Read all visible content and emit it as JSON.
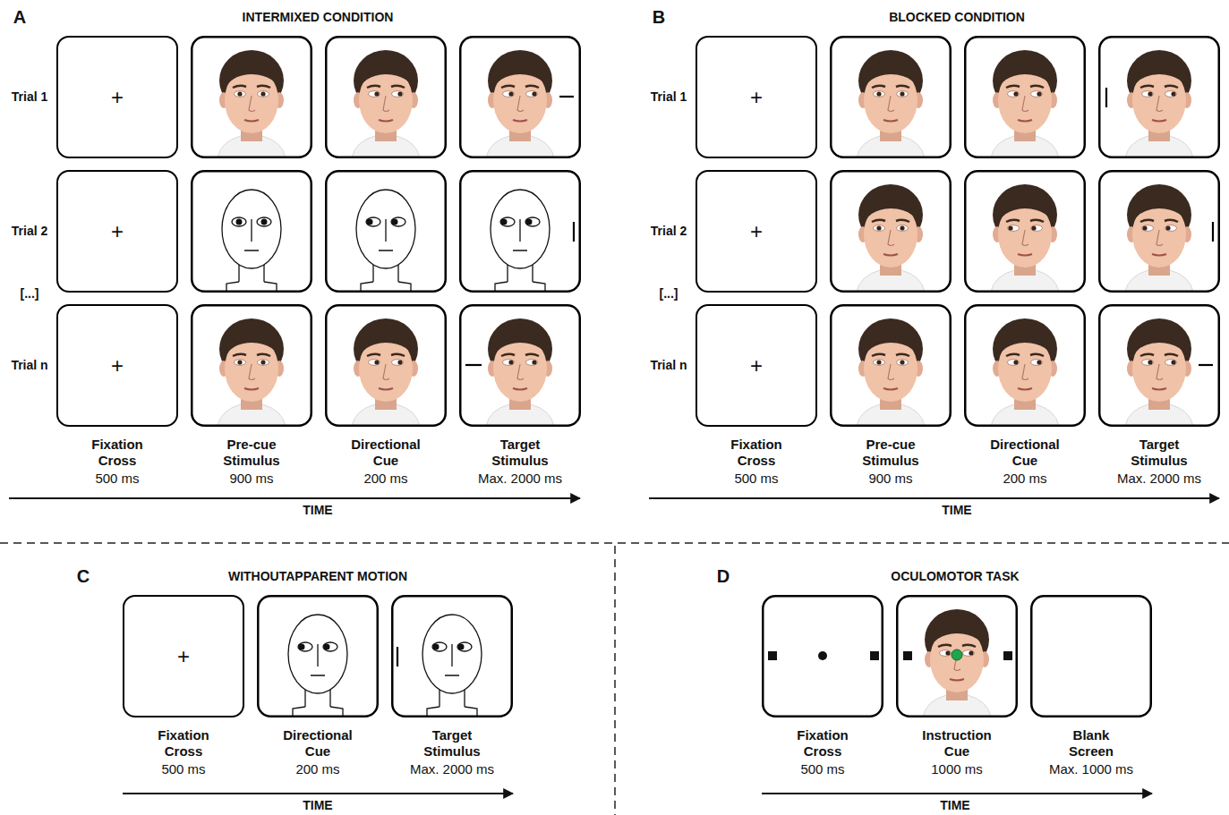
{
  "diagram": {
    "nodes": [
      {
        "text": [
          "+"
        ]
      },
      {
        "text": [
          "+"
        ]
      },
      {
        "text": [
          "+"
        ]
      },
      {
        "text": [
          "+"
        ]
      },
      {
        "text": [
          "+"
        ]
      },
      {
        "text": [
          "+"
        ]
      },
      {
        "text": [
          "+"
        ]
      }
    ],
    "labels": [
      "A",
      "INTERMIXED CONDITION",
      "Trial 1",
      "Trial 2",
      "[...]",
      "Trial n",
      "Fixation Cross",
      "500 ms",
      "Pre-cue Stimulus",
      "900 ms",
      "Directional Cue",
      "200 ms",
      "Target Stimulus",
      "Max. 2000 ms",
      "TIME",
      "B",
      "BLOCKED CONDITION",
      "Trial 1",
      "Trial 2",
      "[...]",
      "Trial n",
      "Fixation Cross",
      "500 ms",
      "Pre-cue Stimulus",
      "900 ms",
      "Directional Cue",
      "200 ms",
      "Target Stimulus",
      "Max. 2000 ms",
      "TIME",
      "C",
      "WITHOUTAPPARENT MOTION",
      "Fixation Cross",
      "500 ms",
      "Directional Cue",
      "200 ms",
      "Target Stimulus",
      "Max. 2000 ms",
      "TIME",
      "D",
      "OCULOMOTOR TASK",
      "Fixation Cross",
      "500 ms",
      "Instruction Cue",
      "1000 ms",
      "Blank Screen",
      "Max. 1000 ms",
      "TIME"
    ]
  }
}
